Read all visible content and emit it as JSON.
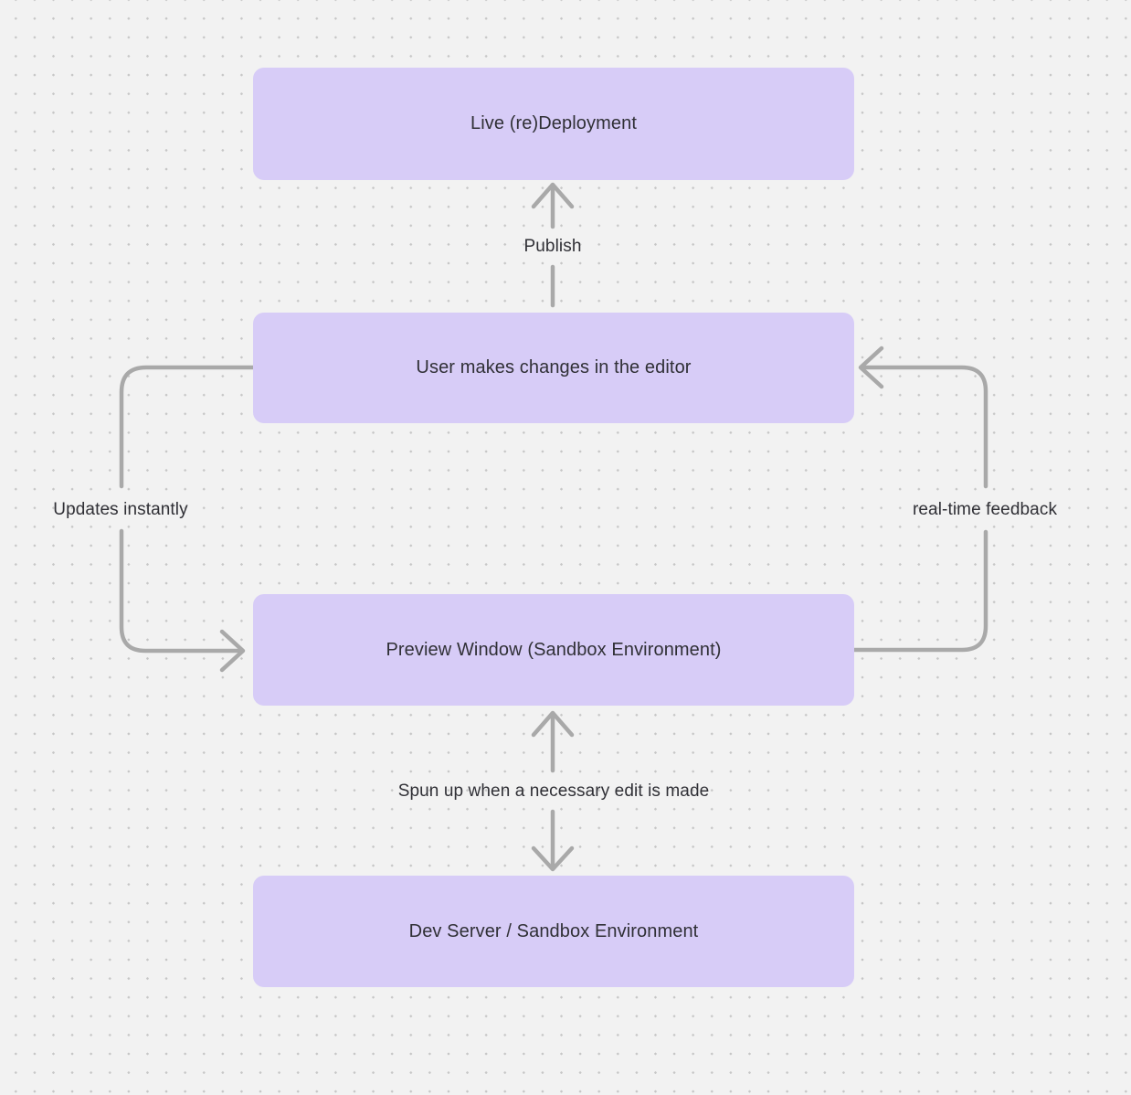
{
  "diagram": {
    "colors": {
      "background": "#f2f2f2",
      "grid_dot": "#c6c6c6",
      "node_fill": "#d7ccf7",
      "text": "#303036",
      "arrow": "#a9a9a9"
    },
    "nodes": [
      {
        "id": "live-redeployment",
        "label": "Live (re)Deployment"
      },
      {
        "id": "editor-changes",
        "label": "User makes changes in the editor"
      },
      {
        "id": "preview-window",
        "label": "Preview Window (Sandbox Environment)"
      },
      {
        "id": "dev-server",
        "label": "Dev Server / Sandbox Environment"
      }
    ],
    "edges": [
      {
        "id": "publish",
        "label": "Publish",
        "from": "editor-changes",
        "to": "live-redeployment"
      },
      {
        "id": "updates-instantly",
        "label": "Updates instantly",
        "from": "editor-changes",
        "to": "preview-window"
      },
      {
        "id": "real-time-feedback",
        "label": "real-time feedback",
        "from": "preview-window",
        "to": "editor-changes"
      },
      {
        "id": "spun-up",
        "label": "Spun up when a necessary edit is made",
        "from": "preview-window",
        "to": "dev-server"
      }
    ]
  }
}
